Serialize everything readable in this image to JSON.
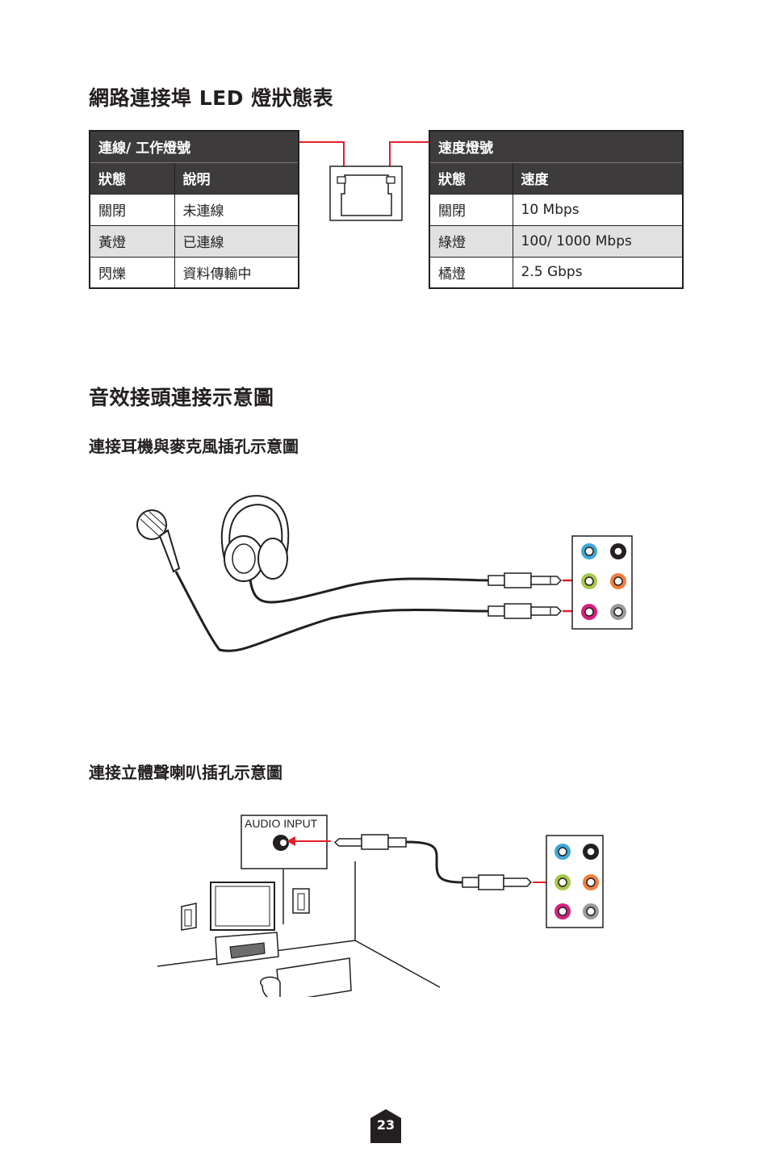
{
  "lan_section": {
    "title": "網路連接埠 LED 燈狀態表",
    "link_table": {
      "caption": "連線/ 工作燈號",
      "headers": [
        "狀態",
        "說明"
      ],
      "rows": [
        [
          "關閉",
          "未連線"
        ],
        [
          "黃燈",
          "已連線"
        ],
        [
          "閃爍",
          "資料傳輸中"
        ]
      ]
    },
    "speed_table": {
      "caption": "速度燈號",
      "headers": [
        "狀態",
        "速度"
      ],
      "rows": [
        [
          "關閉",
          "10 Mbps"
        ],
        [
          "綠燈",
          "100/ 1000 Mbps"
        ],
        [
          "橘燈",
          "2.5 Gbps"
        ]
      ]
    }
  },
  "audio_section": {
    "title": "音效接頭連接示意圖",
    "headphone_title": "連接耳機與麥克風插孔示意圖",
    "speaker_title": "連接立體聲喇叭插孔示意圖",
    "audio_input_label": "AUDIO INPUT"
  },
  "jack_colors": {
    "blue": "#3fa7d9",
    "black": "#231f20",
    "lime": "#a6c94a",
    "orange": "#f07f3c",
    "pink": "#d6207e",
    "gray": "#9b9b9b",
    "accent_red": "#e0202a"
  },
  "footer": {
    "page_number": "23"
  }
}
